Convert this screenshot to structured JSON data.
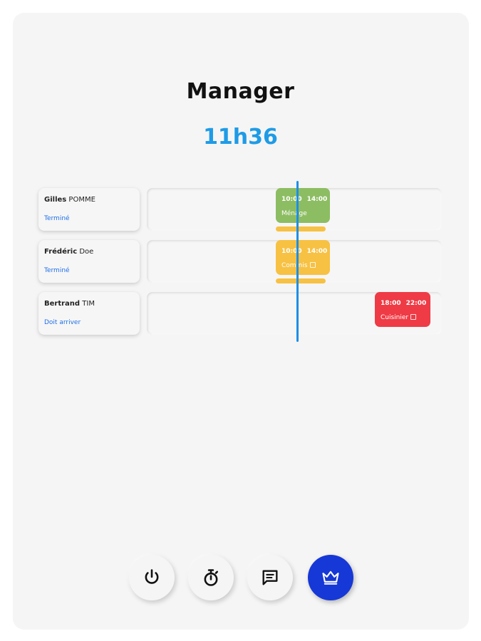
{
  "header": {
    "title": "Manager",
    "time": "11h36"
  },
  "employees": [
    {
      "first": "Gilles",
      "last": "POMME",
      "status": "Terminé",
      "shift": {
        "start": "10:00",
        "end": "14:00",
        "role": "Ménage",
        "color": "#8dbd62",
        "role_icon": ""
      }
    },
    {
      "first": "Frédéric",
      "last": "Doe",
      "status": "Terminé",
      "shift": {
        "start": "10:00",
        "end": "14:00",
        "role": "Commis",
        "color": "#f7c143",
        "role_icon": "bag-icon"
      }
    },
    {
      "first": "Bertrand",
      "last": "TIM",
      "status": "Doit arriver",
      "shift": {
        "start": "18:00",
        "end": "22:00",
        "role": "Cuisinier",
        "color": "#ef3b45",
        "role_icon": "bag-icon"
      }
    }
  ],
  "nav": [
    {
      "name": "power-icon",
      "active": false
    },
    {
      "name": "stopwatch-icon",
      "active": false
    },
    {
      "name": "message-icon",
      "active": false
    },
    {
      "name": "crown-icon",
      "active": true
    }
  ],
  "colors": {
    "accent": "#1e9be6",
    "nav_active": "#1638d6",
    "status": "#1e6fe6"
  }
}
